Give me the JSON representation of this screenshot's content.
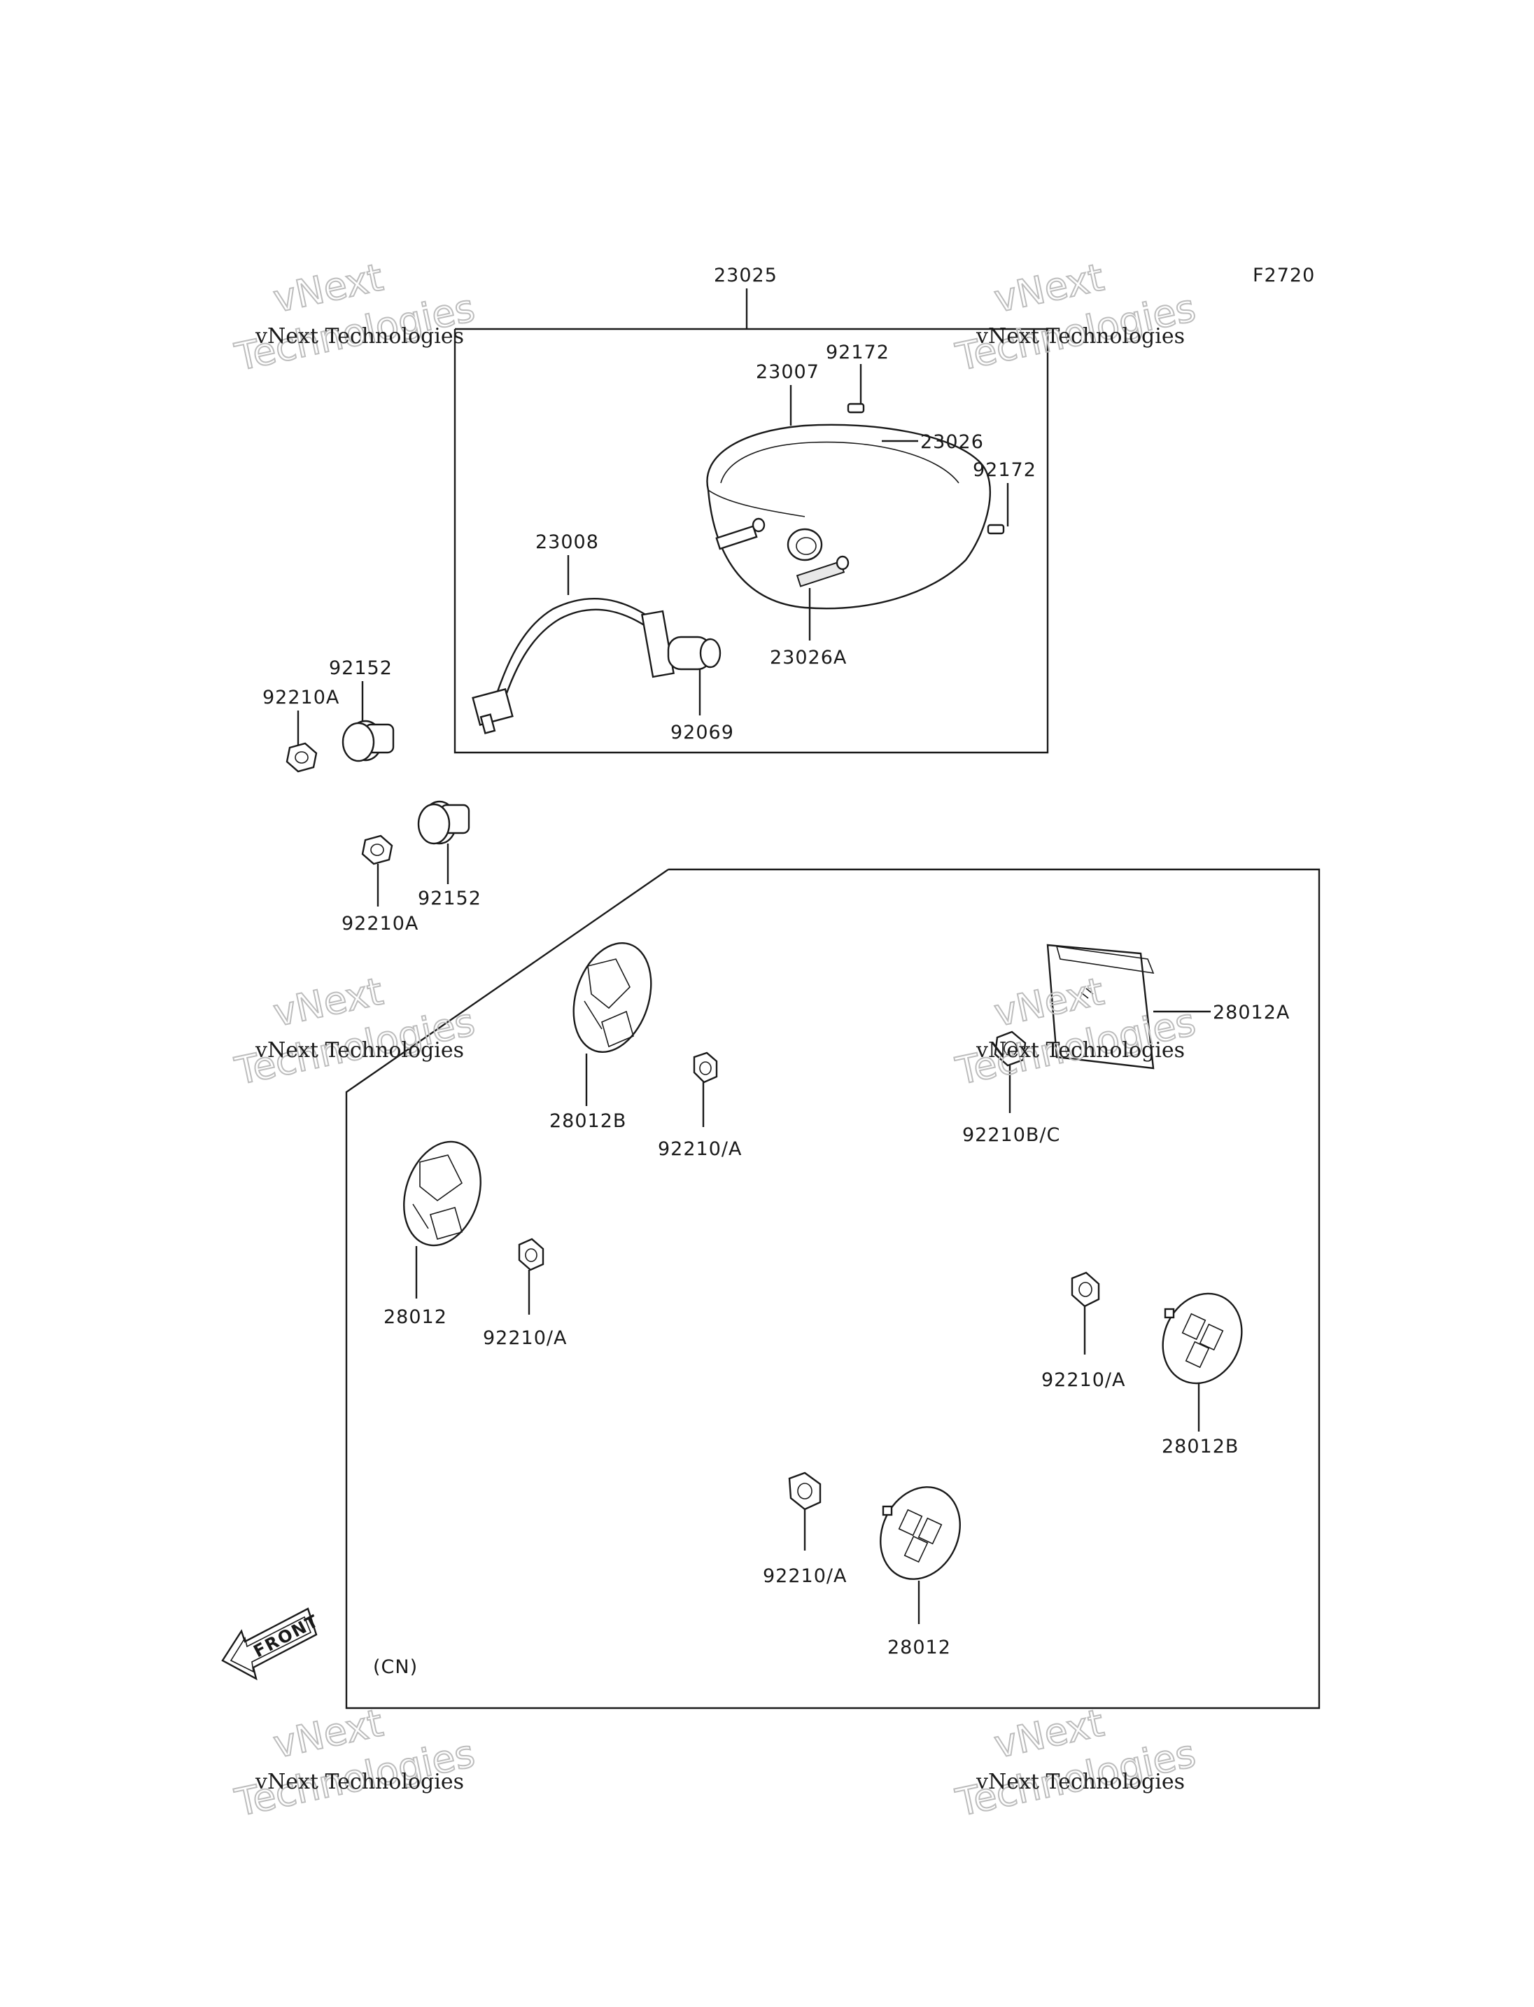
{
  "figure_code": "F2720",
  "region_note": "(CN)",
  "front_label": "FRONT",
  "watermark": {
    "line1": "vNext Technologies",
    "line2": "vNext",
    "line3": "Technologies"
  },
  "parts": {
    "p23025": "23025",
    "p92172a": "92172",
    "p23007": "23007",
    "p23026": "23026",
    "p92172b": "92172",
    "p23008": "23008",
    "p23026A": "23026A",
    "p92069": "92069",
    "p92152a": "92152",
    "p92210Aa": "92210A",
    "p92152b": "92152",
    "p92210Ab": "92210A",
    "p28012A": "28012A",
    "p28012B_a": "28012B",
    "p92210_A_a": "92210/A",
    "p92210BC": "92210B/C",
    "p28012_a": "28012",
    "p92210_A_b": "92210/A",
    "p92210_A_c": "92210/A",
    "p28012B_b": "28012B",
    "p92210_A_d": "92210/A",
    "p28012_b": "28012"
  }
}
